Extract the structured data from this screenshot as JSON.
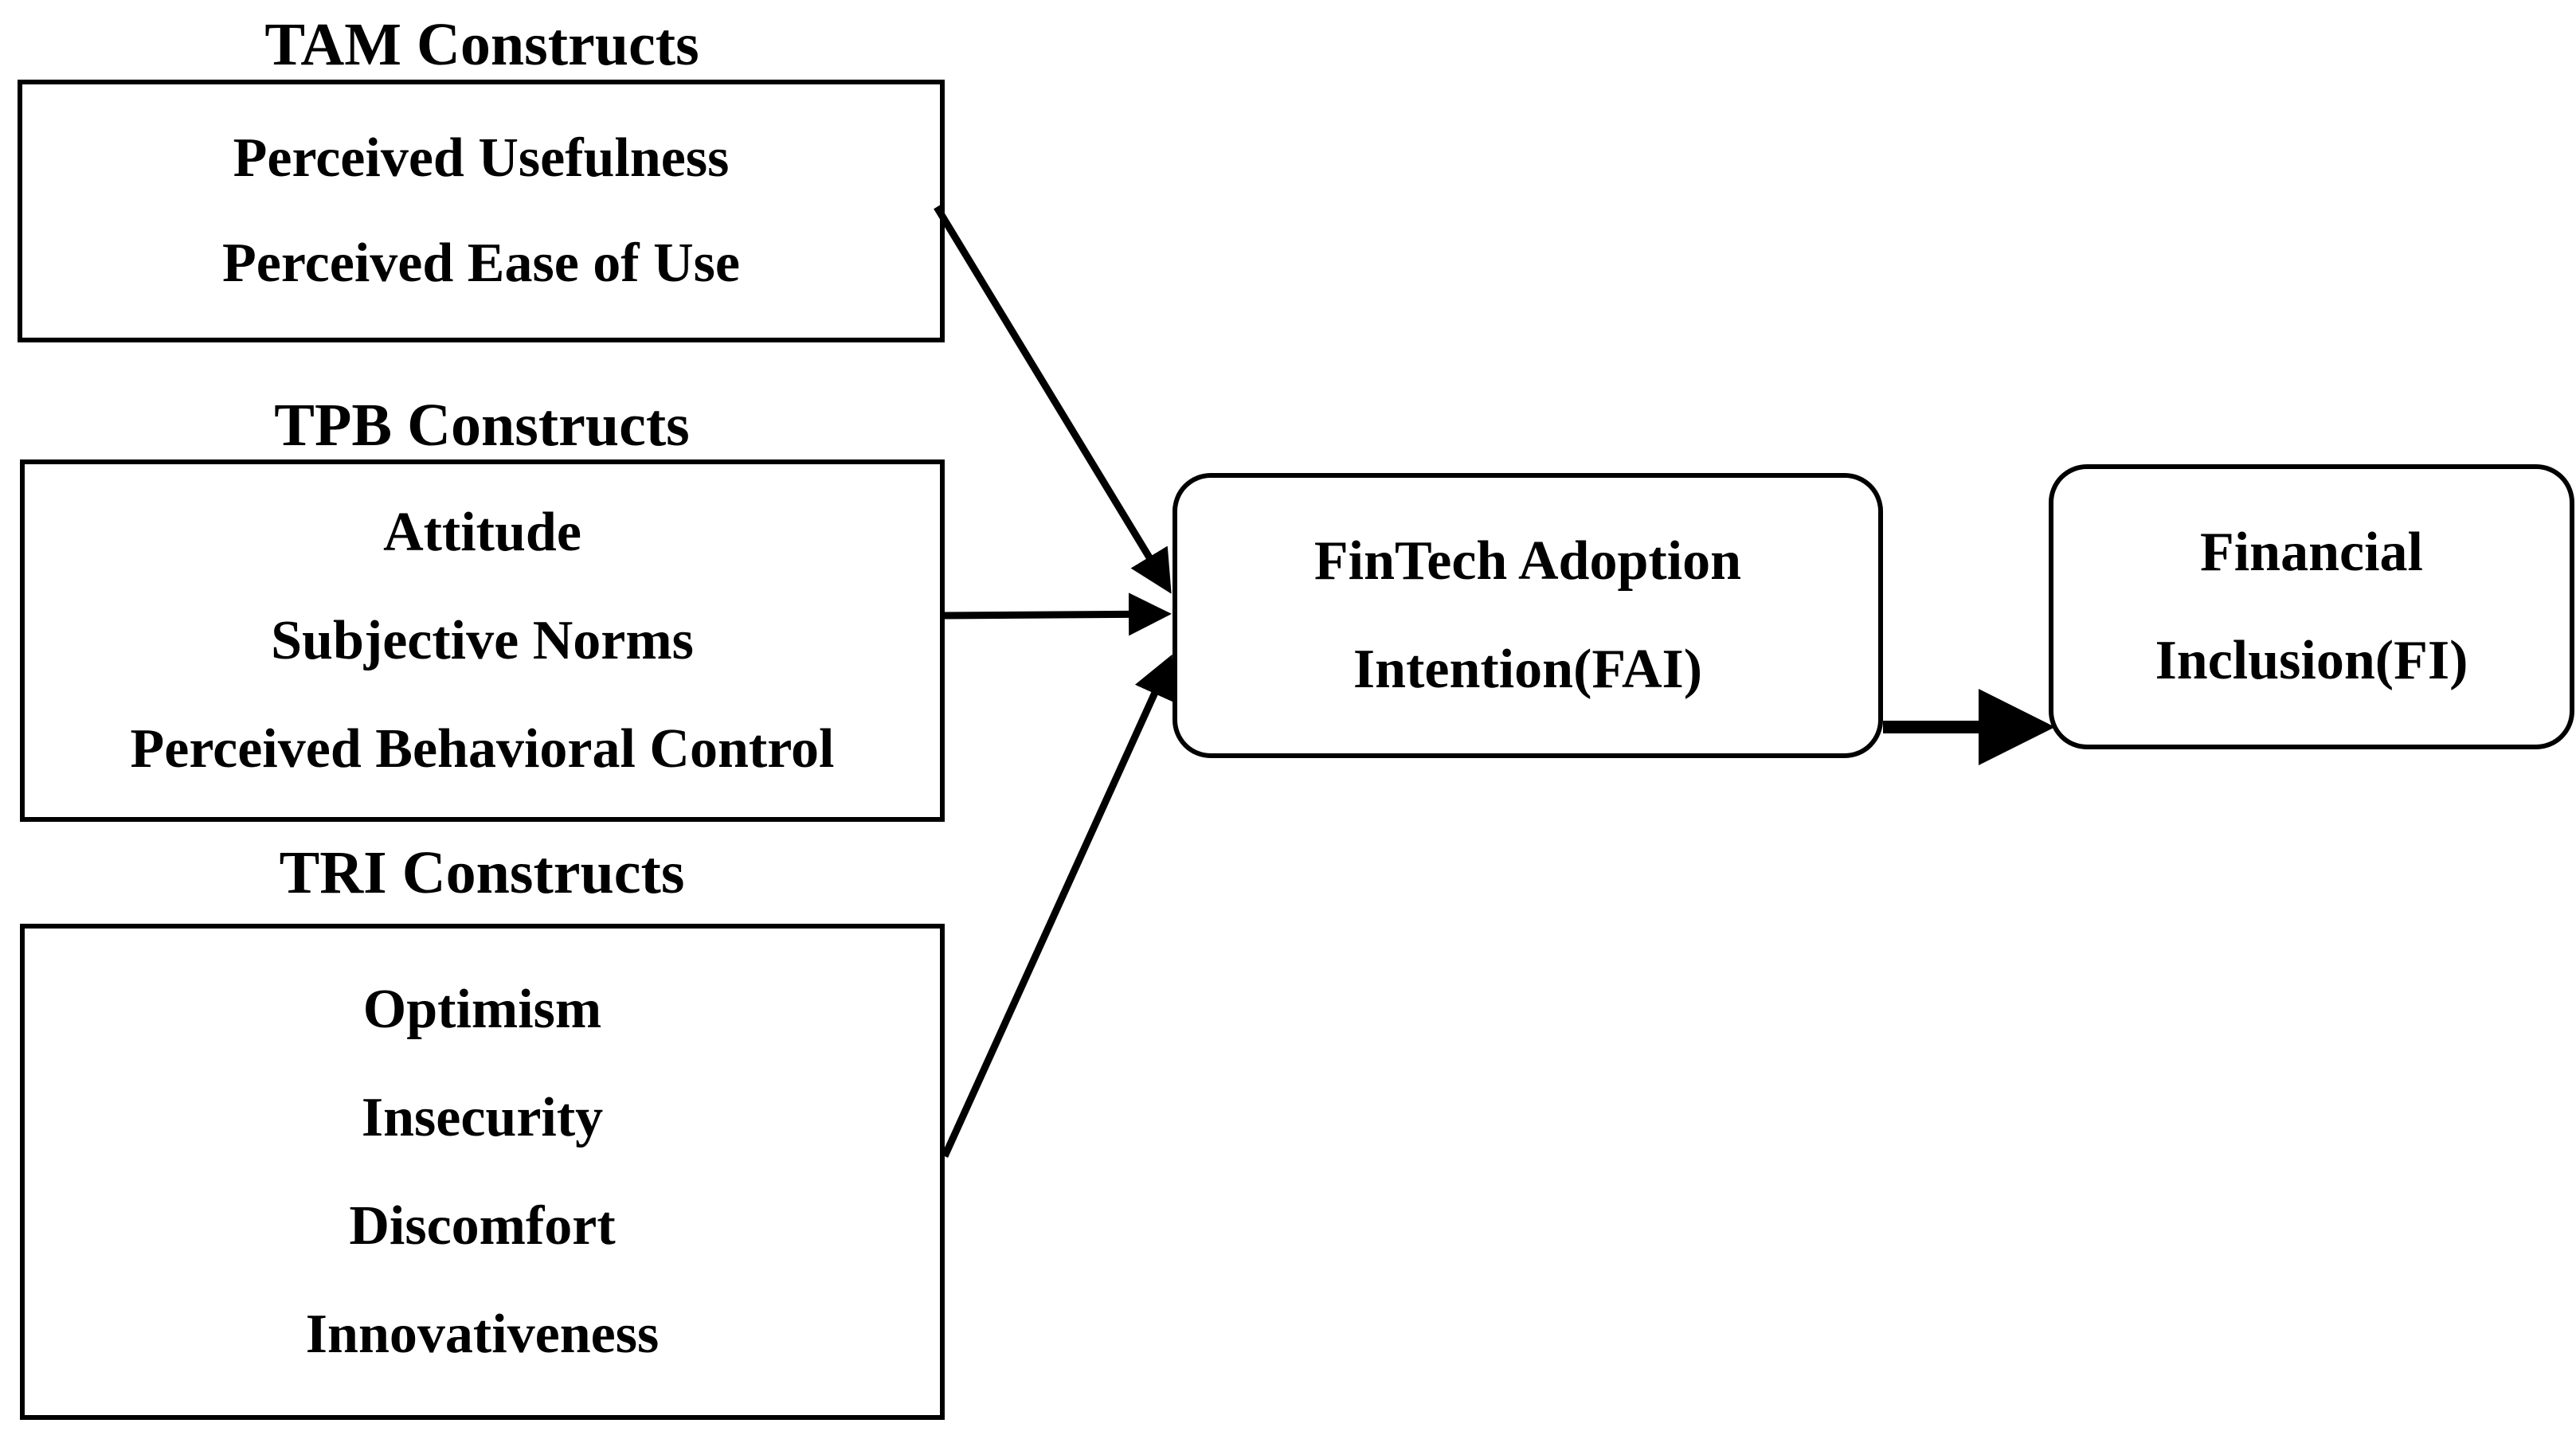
{
  "groups": [
    {
      "title": "TAM Constructs",
      "items": [
        "Perceived Usefulness",
        "Perceived Ease of Use"
      ]
    },
    {
      "title": "TPB Constructs",
      "items": [
        "Attitude",
        "Subjective Norms",
        "Perceived Behavioral Control"
      ]
    },
    {
      "title": "TRI Constructs",
      "items": [
        "Optimism",
        "Insecurity",
        "Discomfort",
        "Innovativeness"
      ]
    }
  ],
  "outcomes": {
    "fai": {
      "line1": "FinTech Adoption",
      "line2": "Intention(FAI)"
    },
    "fi": {
      "line1": "Financial",
      "line2": "Inclusion(FI)"
    }
  },
  "edges": [
    {
      "from": "TAM Constructs",
      "to": "FinTech Adoption Intention(FAI)"
    },
    {
      "from": "TPB Constructs",
      "to": "FinTech Adoption Intention(FAI)"
    },
    {
      "from": "TRI Constructs",
      "to": "FinTech Adoption Intention(FAI)"
    },
    {
      "from": "FinTech Adoption Intention(FAI)",
      "to": "Financial Inclusion(FI)"
    }
  ],
  "colors": {
    "stroke": "#000000",
    "background": "#ffffff"
  }
}
